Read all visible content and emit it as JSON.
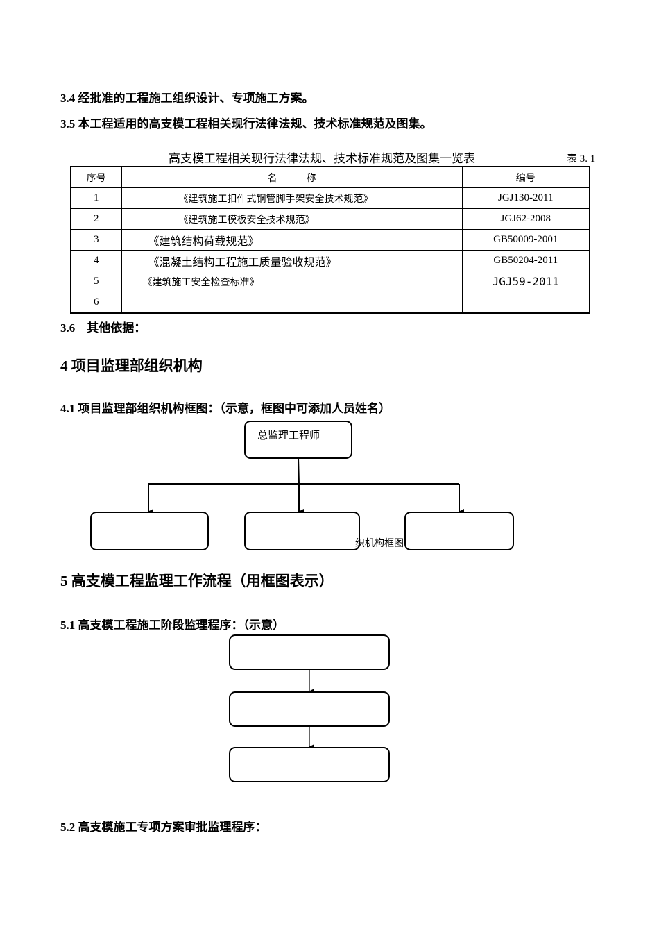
{
  "sections": {
    "s3_4": "3.4 经批准的工程施工组织设计、专项施工方案。",
    "s3_5": "3.5 本工程适用的高支模工程相关现行法律法规、技术标准规范及图集。",
    "s3_6": "3.6　其他依据：",
    "s4": "4 项目监理部组织机构",
    "s4_1": "4.1 项目监理部组织机构框图：（示意，框图中可添加人员姓名）",
    "s5": "5 高支模工程监理工作流程（用框图表示）",
    "s5_1": "5.1 高支模工程施工阶段监理程序：（示意）",
    "s5_2": "5.2 高支模施工专项方案审批监理程序："
  },
  "table": {
    "title": "高支模工程相关现行法律法规、技术标准规范及图集一览表",
    "number": "表 3. 1",
    "headers": {
      "index": "序号",
      "name": "名　　　称",
      "code": "编号"
    },
    "rows": [
      {
        "index": "1",
        "name": "《建筑施工扣件式钢管脚手架安全技术规范》",
        "code": "JGJ130-2011"
      },
      {
        "index": "2",
        "name": "《建筑施工模板安全技术规范》",
        "code": "JGJ62-2008"
      },
      {
        "index": "3",
        "name": "《建筑结构荷载规范》",
        "code": "GB50009-2001"
      },
      {
        "index": "4",
        "name": "《混凝土结构工程施工质量验收规范》",
        "code": "GB50204-2011"
      },
      {
        "index": "5",
        "name": "《建筑施工安全检查标准》",
        "code": "JGJ59-2011"
      },
      {
        "index": "6",
        "name": "",
        "code": ""
      }
    ]
  },
  "org_chart": {
    "top_box": "总监理工程师",
    "overlap_text": "织机构框图"
  }
}
